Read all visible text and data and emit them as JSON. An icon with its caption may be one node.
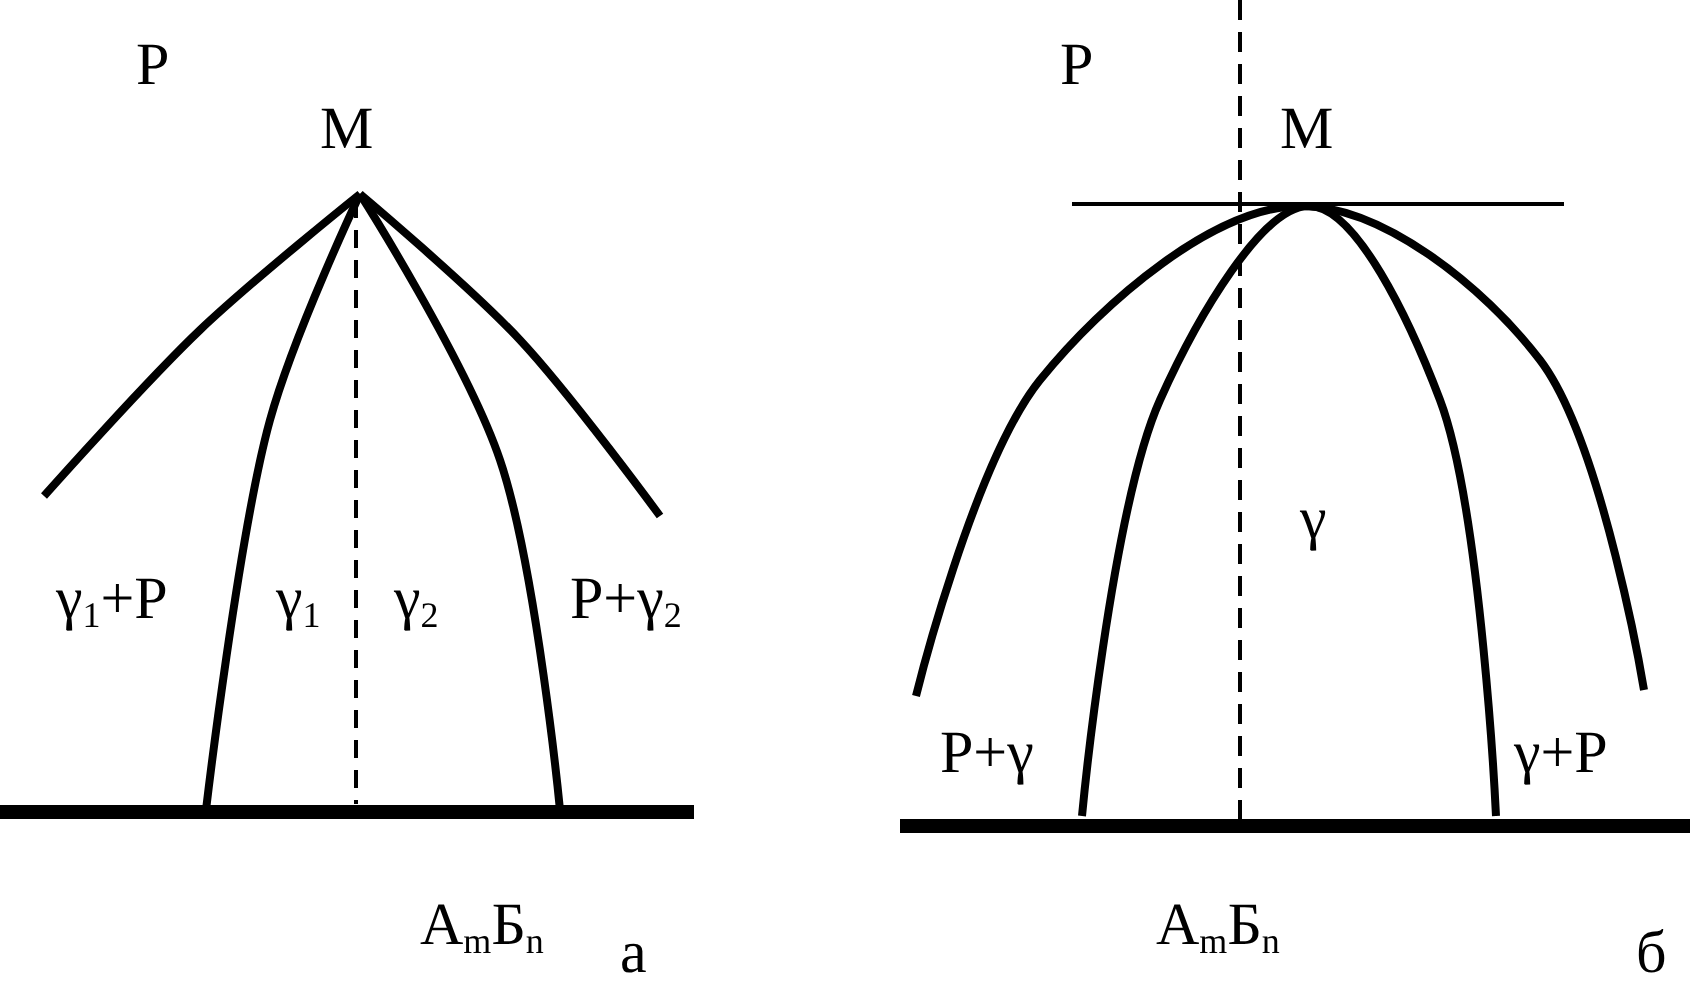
{
  "diagram": {
    "labels": [
      "Р",
      "М",
      "γ$_{1}$+Р",
      "γ$_{1}$",
      "γ$_{2}$",
      "Р+γ$_{2}$",
      "А$_{m}$Б$_{n}$",
      "а",
      "Р",
      "М",
      "γ",
      "Р+γ",
      "γ+Р",
      "А$_{m}$Б$_{n}$",
      "б"
    ]
  }
}
